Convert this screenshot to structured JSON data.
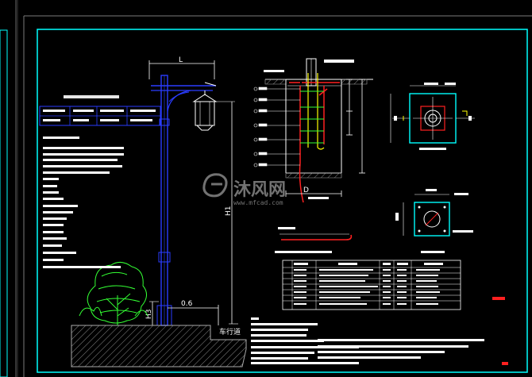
{
  "drawing": {
    "dim_width_label": "L",
    "dim_height_label": "H1",
    "dim_offset_label": "0.6",
    "dim_footing_label": "H3",
    "road_label": "车行道",
    "dim_bottom_label": "D",
    "colors": {
      "background": "#000000",
      "frame": "#00ffff",
      "pole": "#2a3cff",
      "lamp": "#ffffff",
      "tree": "#33ff33",
      "rebar": "#ff2020",
      "anchor": "#ffff00",
      "dim": "#ffffff"
    }
  },
  "watermark": {
    "text": "沐风网",
    "url": "www.mfcad.com"
  }
}
